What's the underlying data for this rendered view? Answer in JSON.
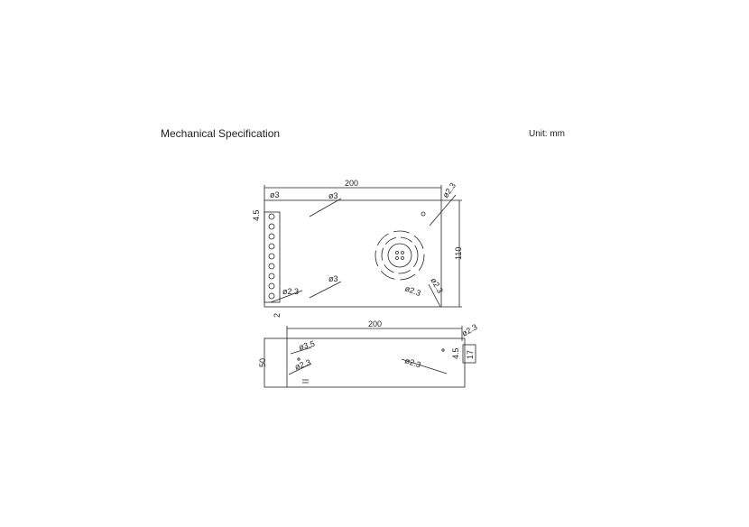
{
  "header": {
    "title": "Mechanical Specification",
    "unit": "Unit: mm"
  },
  "top_view": {
    "width": "200",
    "height": "110",
    "offset_top": "4.5",
    "offset_bottom": "2",
    "holes": [
      "ø3",
      "ø3",
      "ø3",
      "ø2.3",
      "ø2.3",
      "ø2.3",
      "ø2.3"
    ]
  },
  "side_view": {
    "width": "200",
    "height": "50",
    "bracket": "17",
    "offset": "4.5",
    "holes": [
      "ø3.5",
      "ø2.3",
      "ø2.3",
      "ø2.3"
    ]
  }
}
